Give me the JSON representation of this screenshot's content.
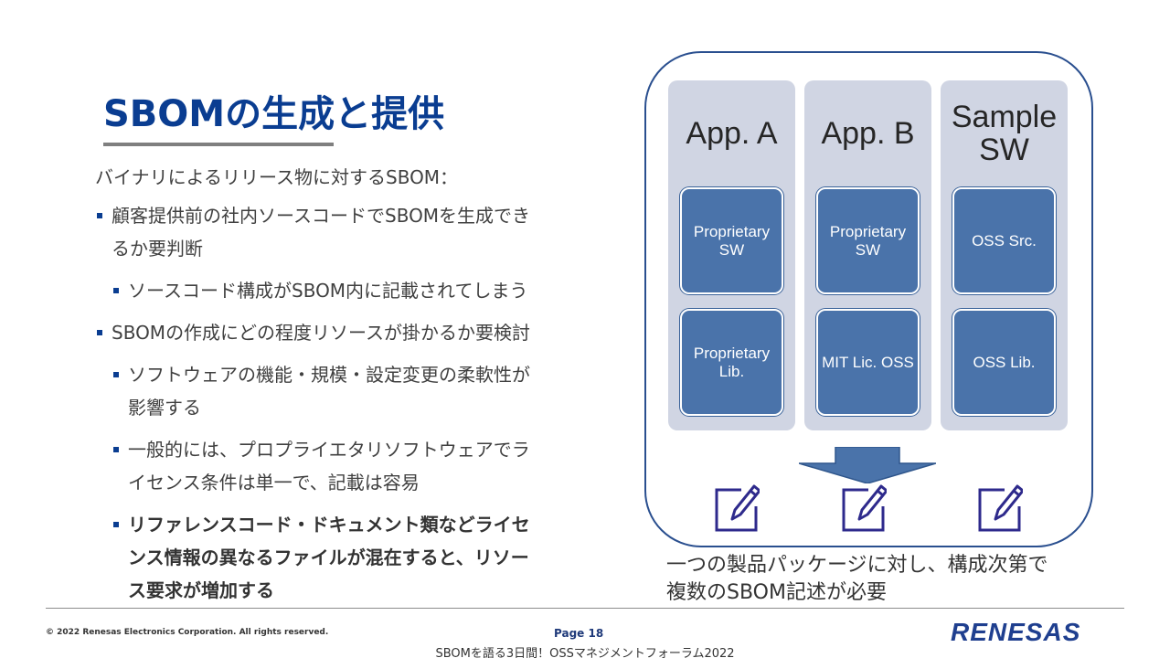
{
  "slide": {
    "title": "SBOMの生成と提供",
    "intro": "バイナリによるリリース物に対するSBOM：",
    "bullets": [
      {
        "level": 1,
        "text": "顧客提供前の社内ソースコードでSBOMを生成できるか要判断",
        "bold": false
      },
      {
        "level": 2,
        "text": "ソースコード構成がSBOM内に記載されてしまう",
        "bold": false
      },
      {
        "level": 1,
        "text": "SBOMの作成にどの程度リソースが掛かるか要検討",
        "bold": false
      },
      {
        "level": 2,
        "text": "ソフトウェアの機能・規模・設定変更の柔軟性が影響する",
        "bold": false
      },
      {
        "level": 2,
        "text": "一般的には、プロプライエタリソフトウェアでライセンス条件は単一で、記載は容易",
        "bold": false
      },
      {
        "level": 2,
        "text": "リファレンスコード・ドキュメント類などライセンス情報の異なるファイルが混在すると、リソース要求が増加する",
        "bold": true
      }
    ]
  },
  "diagram": {
    "columns": [
      {
        "title": "App. A",
        "blocks": [
          "Proprietary SW",
          "Proprietary Lib."
        ]
      },
      {
        "title": "App. B",
        "blocks": [
          "Proprietary SW",
          "MIT Lic. OSS"
        ]
      },
      {
        "title": "Sample SW",
        "blocks": [
          "OSS Src.",
          "OSS Lib."
        ]
      }
    ],
    "caption_line1": "一つの製品パッケージに対し、構成次第で",
    "caption_line2": "複数のSBOM記述が必要",
    "icon": "edit-note-icon",
    "colors": {
      "border": "#2a4f8f",
      "column_bg": "#d0d5e3",
      "block": "#4a73aa",
      "icon": "#2e2a8c"
    }
  },
  "footer": {
    "copyright": "© 2022 Renesas Electronics Corporation. All rights reserved.",
    "page": "Page 18",
    "event": "SBOMを語る3日間！OSSマネジメントフォーラム2022",
    "logo_text": "RENESAS"
  },
  "colors": {
    "title": "#0a3d91",
    "bullet_marker": "#0a3d91",
    "logo": "#1f3f8f"
  }
}
